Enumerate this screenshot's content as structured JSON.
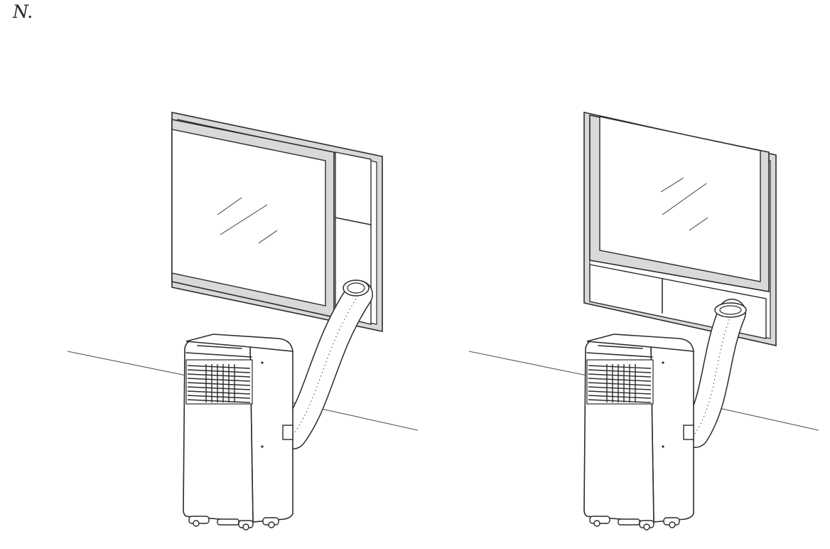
{
  "figure": {
    "label": "N."
  },
  "illustrations": [
    {
      "id": "left",
      "window_type": "sliding-horizontal"
    },
    {
      "id": "right",
      "window_type": "sliding-vertical"
    }
  ],
  "colors": {
    "line": "#2b2b2b",
    "frame_fill": "#d9d9d9",
    "background": "#ffffff"
  }
}
